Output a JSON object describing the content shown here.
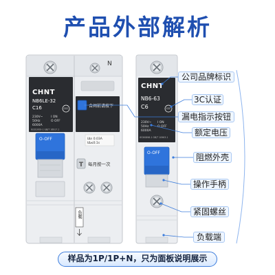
{
  "title": "产品外部解析",
  "breaker_left": {
    "brand": "CHNT",
    "model": "NB6LE-32",
    "rating": "C16",
    "terminal_n": "N",
    "voltage": "230V~",
    "frequency": "50Hz",
    "capacity": "6000A",
    "on_label": "I ON",
    "off_label": "O OFF",
    "cert_mark": "CCC",
    "standard": "IEC61009-1 GB/T 16917.1",
    "test_button_hint": "合闸前请按下",
    "residual_current": "IΔn 0.03A",
    "trip_time": "tΔ≤0.1s",
    "toggle_label": "O-OFF",
    "test_key": "T",
    "test_hint": "每月按一次",
    "load_tag": "负载"
  },
  "breaker_right": {
    "brand": "CHNT",
    "model": "NB6-63",
    "rating": "C6",
    "cert_mark": "CCC",
    "voltage": "230V~",
    "frequency": "50Hz",
    "capacity": "6000A",
    "on_label": "I ON",
    "off_label": "O OFF",
    "standard": "IEC60898-1 GB/T 10963.1",
    "toggle_label": "O-OFF"
  },
  "callouts": [
    {
      "label": "公司品牌标识"
    },
    {
      "label": "3C认证"
    },
    {
      "label": "漏电指示按钮"
    },
    {
      "label": "额定电压"
    },
    {
      "label": "阻燃外壳"
    },
    {
      "label": "操作手柄"
    },
    {
      "label": "紧固螺丝"
    },
    {
      "label": "负载端"
    }
  ],
  "footer_note": "样品为1P/1P+N，只为面板说明展示",
  "icons": {
    "terminal": "screw-icon",
    "certification": "ccc-mark-icon",
    "load_direction": "arrow-down-icon"
  },
  "colors": {
    "title": "#1f4fb0",
    "accent": "#3d7ddc",
    "breaker_body": "#eceef1",
    "label_panel": "#2a2c30",
    "toggle": "#2f74dc"
  }
}
